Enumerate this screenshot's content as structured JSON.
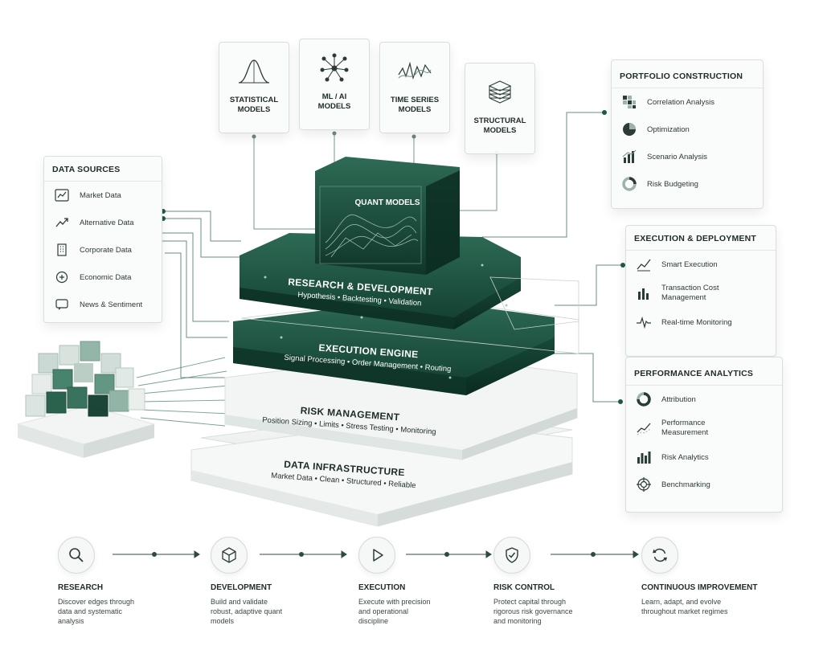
{
  "data_sources": {
    "title": "DATA SOURCES",
    "items": [
      "Market Data",
      "Alternative Data",
      "Corporate Data",
      "Economic Data",
      "News & Sentiment"
    ]
  },
  "models": [
    {
      "line1": "STATISTICAL",
      "line2": "MODELS"
    },
    {
      "line1": "ML / AI",
      "line2": "MODELS"
    },
    {
      "line1": "TIME SERIES",
      "line2": "MODELS"
    },
    {
      "line1": "STRUCTURAL",
      "line2": "MODELS"
    }
  ],
  "quant_models": {
    "title": "QUANT MODELS"
  },
  "layers": {
    "research": {
      "title": "RESEARCH & DEVELOPMENT",
      "sub": "Hypothesis • Backtesting • Validation"
    },
    "execution": {
      "title": "EXECUTION ENGINE",
      "sub": "Signal Processing • Order Management • Routing"
    },
    "risk": {
      "title": "RISK MANAGEMENT",
      "sub": "Position Sizing • Limits • Stress Testing • Monitoring"
    },
    "data": {
      "title": "DATA INFRASTRUCTURE",
      "sub": "Market Data • Clean • Structured • Reliable"
    }
  },
  "portfolio": {
    "title": "PORTFOLIO CONSTRUCTION",
    "items": [
      "Correlation Analysis",
      "Optimization",
      "Scenario Analysis",
      "Risk Budgeting"
    ]
  },
  "execution_deploy": {
    "title": "EXECUTION & DEPLOYMENT",
    "items": [
      {
        "line1": "Smart Execution",
        "line2": ""
      },
      {
        "line1": "Transaction Cost",
        "line2": "Management"
      },
      {
        "line1": "Real-time Monitoring",
        "line2": ""
      }
    ]
  },
  "performance": {
    "title": "PERFORMANCE ANALYTICS",
    "items": [
      {
        "line1": "Attribution",
        "line2": ""
      },
      {
        "line1": "Performance",
        "line2": "Measurement"
      },
      {
        "line1": "Risk Analytics",
        "line2": ""
      },
      {
        "line1": "Benchmarking",
        "line2": ""
      }
    ]
  },
  "steps": [
    {
      "title": "RESEARCH",
      "desc": "Discover edges through data and systematic analysis",
      "icon": "magnifier-icon"
    },
    {
      "title": "DEVELOPMENT",
      "desc": "Build and validate robust, adaptive quant models",
      "icon": "cube-icon"
    },
    {
      "title": "EXECUTION",
      "desc": "Execute with precision and operational discipline",
      "icon": "play-icon"
    },
    {
      "title": "RISK CONTROL",
      "desc": "Protect capital through rigorous risk governance and monitoring",
      "icon": "shield-check-icon"
    },
    {
      "title": "CONTINUOUS IMPROVEMENT",
      "desc": "Learn, adapt, and evolve throughout market regimes",
      "icon": "refresh-icon"
    }
  ],
  "colors": {
    "accent": "#1e5a45",
    "dark": "#0f3a2c",
    "light_layer": "#eef1f0"
  }
}
